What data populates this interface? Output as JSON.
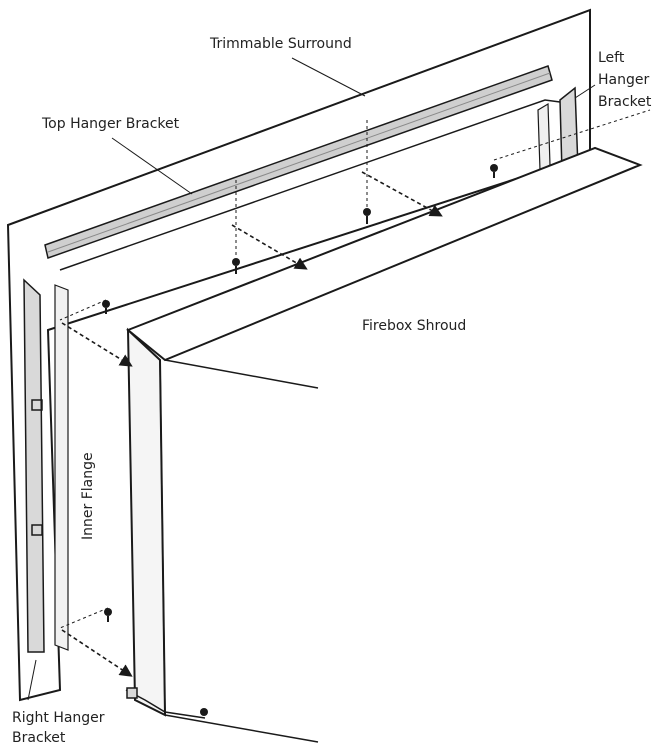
{
  "labels": {
    "trimmable_surround": "Trimmable Surround",
    "top_hanger_bracket": "Top Hanger  Bracket",
    "left_hanger_bracket_l1": "Left",
    "left_hanger_bracket_l2": "Hanger",
    "left_hanger_bracket_l3": "Bracket",
    "firebox_shroud": "Firebox Shroud",
    "inner_flange": "Inner Flange",
    "right_hanger_bracket_l1": "Right Hanger",
    "right_hanger_bracket_l2": "Bracket"
  },
  "colors": {
    "line": "#1a1a1a",
    "fill_light": "#f1f1f1",
    "fill_mid": "#d9d9d9",
    "fill_dark": "#9a9a9a"
  }
}
